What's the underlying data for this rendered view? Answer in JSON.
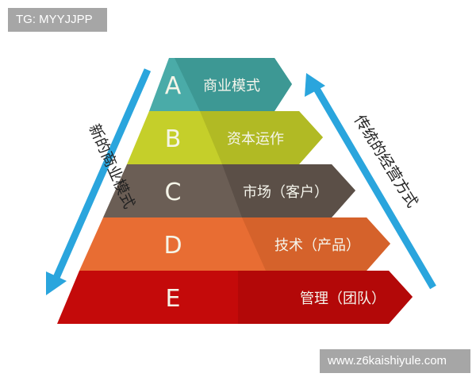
{
  "watermarks": {
    "top": "TG: MYYJJPP",
    "bottom": "www.z6kaishiyule.com"
  },
  "pyramid": {
    "levels": [
      {
        "letter": "A",
        "label": "商业模式",
        "color": "#4aaba8",
        "shade": "#3d9894"
      },
      {
        "letter": "B",
        "label": "资本运作",
        "color": "#c5cf2a",
        "shade": "#b1ba24"
      },
      {
        "letter": "C",
        "label": "市场（客户）",
        "color": "#6b5e55",
        "shade": "#5b4f47"
      },
      {
        "letter": "D",
        "label": "技术（产品）",
        "color": "#e86d33",
        "shade": "#d5622b"
      },
      {
        "letter": "E",
        "label": "管理（团队）",
        "color": "#c40a0a",
        "shade": "#b00808"
      }
    ]
  },
  "arrows": {
    "left": {
      "label": "新的商业模式",
      "direction": "down",
      "color": "#2aa5dd"
    },
    "right": {
      "label": "传统的经营方式",
      "direction": "up",
      "color": "#2aa5dd"
    }
  }
}
